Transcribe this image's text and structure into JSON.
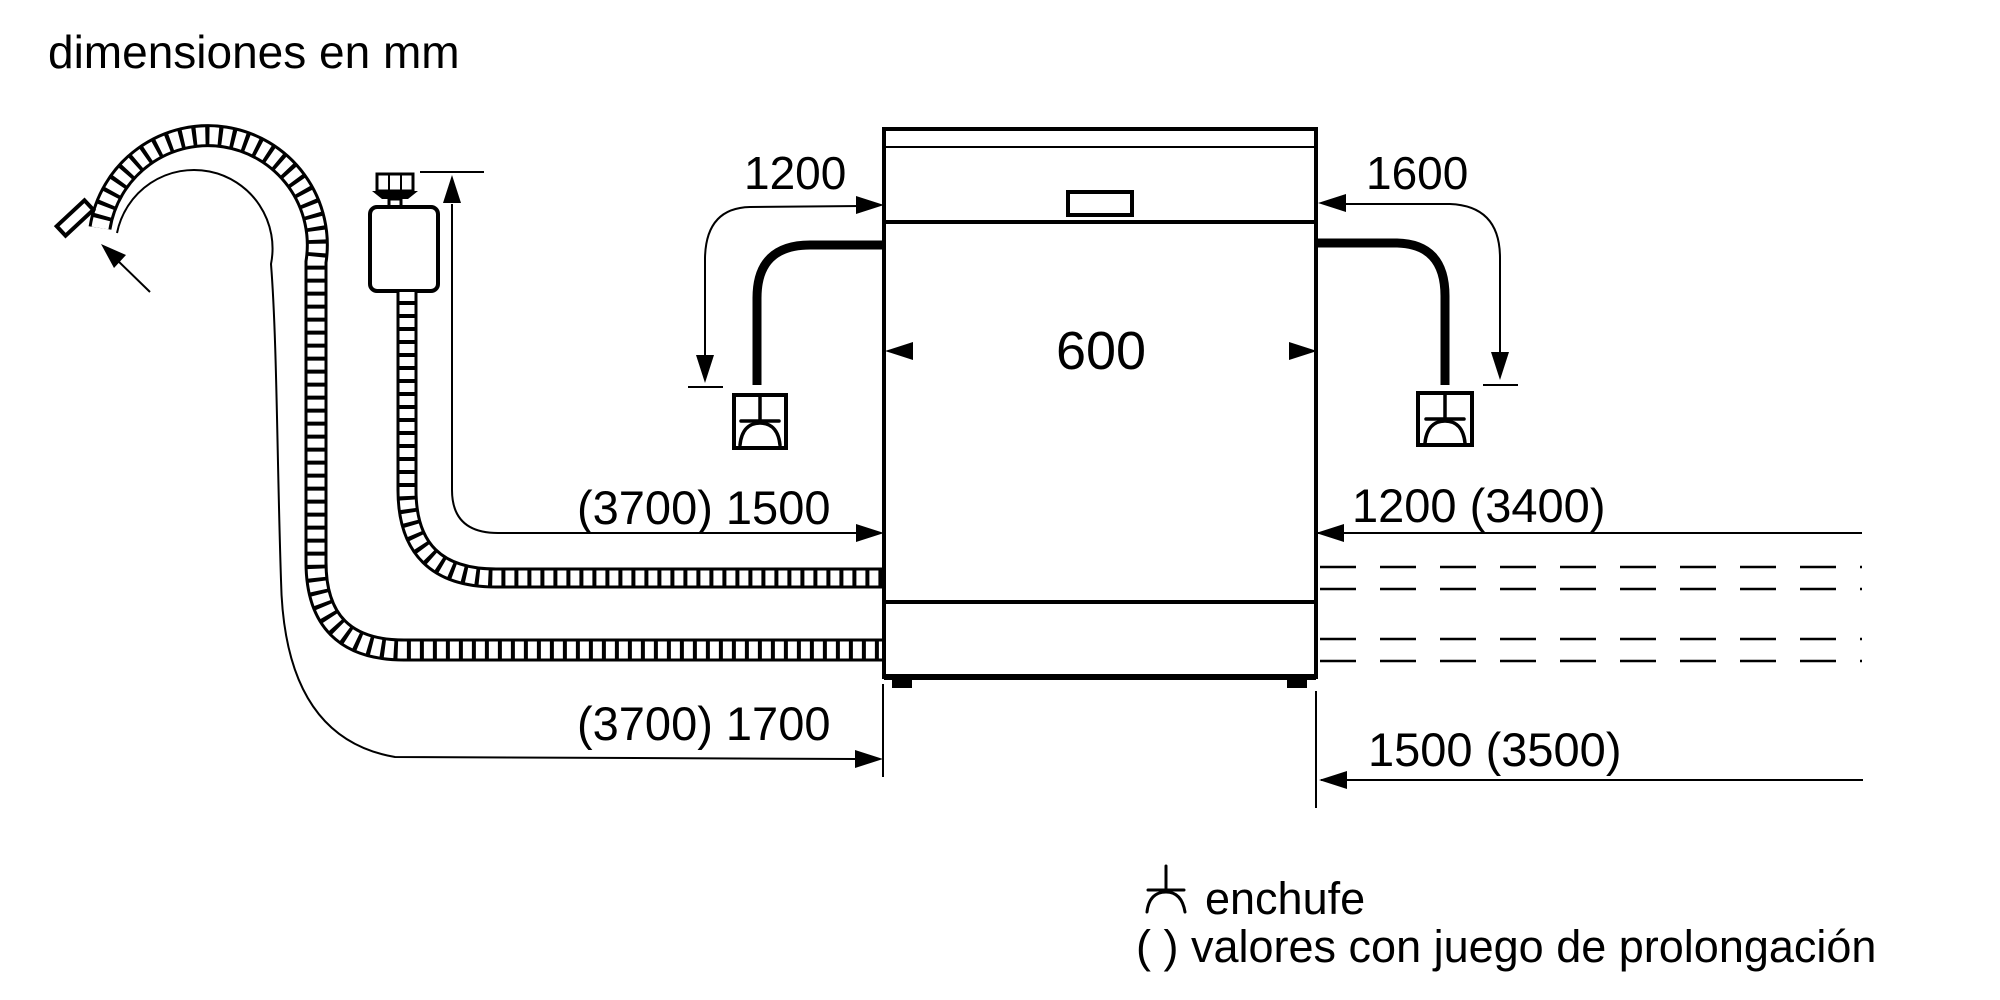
{
  "title_note": "dimensiones en mm",
  "dimensions": {
    "cord_left_length": "1200",
    "cord_right_length": "1600",
    "appliance_width": "600",
    "supply_hose_length": "(3700) 1500",
    "supply_right_extension": "1200 (3400)",
    "drain_hose_length": "(3700) 1700",
    "drain_right_extension": "1500 (3500)"
  },
  "legend": {
    "plug_label": "enchufe",
    "parentheses_label": "( ) valores con juego de prolongación"
  },
  "colors": {
    "line": "#000000",
    "background": "#ffffff"
  }
}
